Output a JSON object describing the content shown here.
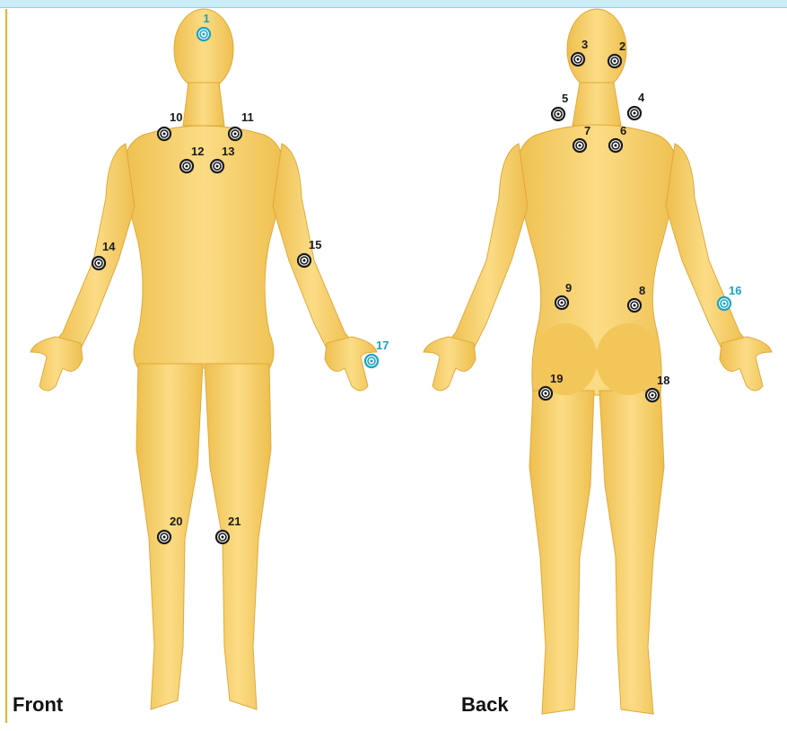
{
  "labels": {
    "front": "Front",
    "back": "Back"
  },
  "colors": {
    "body_fill": "#f8d36c",
    "body_shade": "#e9b94a",
    "point_dark": "#1a1a1a",
    "point_highlight": "#1aa3c2",
    "top_bar": "#c9ecf7",
    "left_rule": "#f2b01e"
  },
  "points": [
    {
      "id": "1",
      "view": "front",
      "highlight": true
    },
    {
      "id": "10",
      "view": "front",
      "highlight": false
    },
    {
      "id": "11",
      "view": "front",
      "highlight": false
    },
    {
      "id": "12",
      "view": "front",
      "highlight": false
    },
    {
      "id": "13",
      "view": "front",
      "highlight": false
    },
    {
      "id": "14",
      "view": "front",
      "highlight": false
    },
    {
      "id": "15",
      "view": "front",
      "highlight": false
    },
    {
      "id": "17",
      "view": "front",
      "highlight": true
    },
    {
      "id": "20",
      "view": "front",
      "highlight": false
    },
    {
      "id": "21",
      "view": "front",
      "highlight": false
    },
    {
      "id": "2",
      "view": "back",
      "highlight": false
    },
    {
      "id": "3",
      "view": "back",
      "highlight": false
    },
    {
      "id": "4",
      "view": "back",
      "highlight": false
    },
    {
      "id": "5",
      "view": "back",
      "highlight": false
    },
    {
      "id": "6",
      "view": "back",
      "highlight": false
    },
    {
      "id": "7",
      "view": "back",
      "highlight": false
    },
    {
      "id": "8",
      "view": "back",
      "highlight": false
    },
    {
      "id": "9",
      "view": "back",
      "highlight": false
    },
    {
      "id": "16",
      "view": "back",
      "highlight": true
    },
    {
      "id": "18",
      "view": "back",
      "highlight": false
    },
    {
      "id": "19",
      "view": "back",
      "highlight": false
    }
  ]
}
